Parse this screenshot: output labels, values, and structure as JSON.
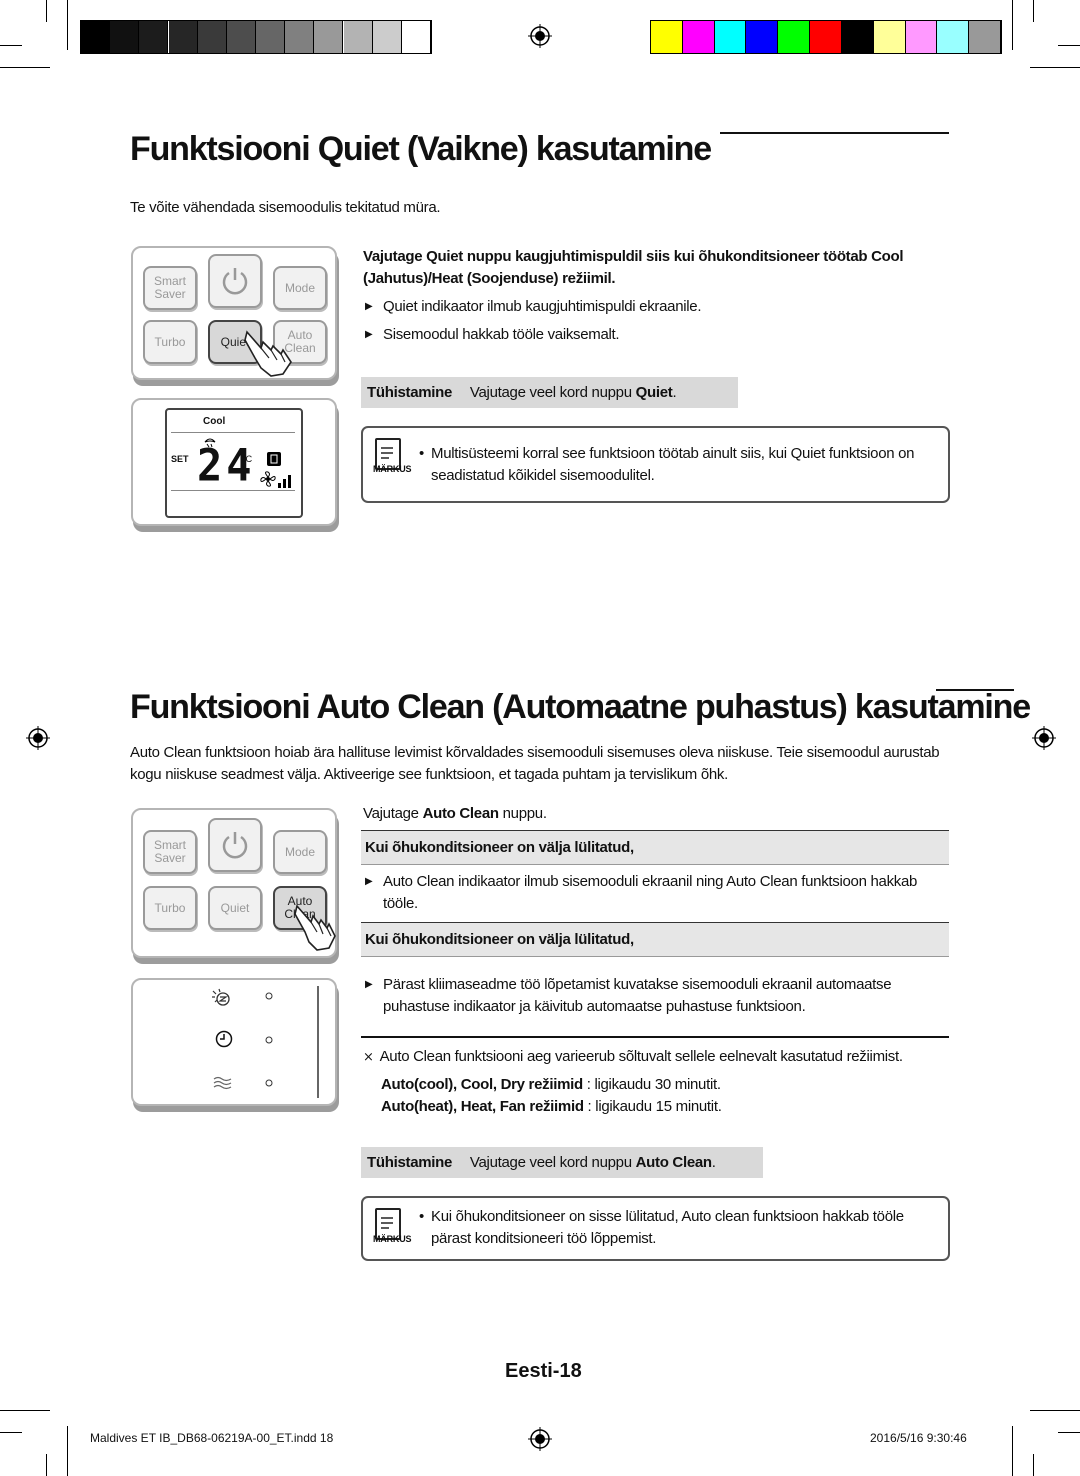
{
  "section1": {
    "title": "Funktsiooni Quiet (Vaikne) kasutamine",
    "intro": "Te võite vähendada sisemoodulis tekitatud müra.",
    "instruction_pre": "Vajutage ",
    "instruction_bold": "Quiet",
    "instruction_post": " nuppu kaugjuhtimispuldil siis kui õhukonditsioneer töötab Cool",
    "instruction_line2": "(Jahutus)/Heat (Soojenduse) režiimil.",
    "bullets": [
      "Quiet indikaator ilmub kaugjuhtimispuldi ekraanile.",
      "Sisemoodul hakkab tööle vaiksemalt."
    ],
    "cancel_label": "Tühistamine",
    "cancel_text_pre": "Vajutage veel kord nuppu ",
    "cancel_text_bold": "Quiet",
    "cancel_text_post": ".",
    "note_label": "MÄRKUS",
    "note_line1": "Multisüsteemi korral see funktsioon töötab ainult siis, kui Quiet funktsioon on",
    "note_line2": "seadistatud kõikidel sisemoodulitel.",
    "remote_buttons": {
      "smart": "Smart",
      "saver": "Saver",
      "mode": "Mode",
      "turbo": "Turbo",
      "quiet": "Quiet",
      "auto": "Auto",
      "clean": "Clean"
    },
    "lcd": {
      "mode": "Cool",
      "set": "SET",
      "temp": "24",
      "unit": "°C"
    }
  },
  "section2": {
    "title": "Funktsiooni Auto Clean (Automaatne puhastus) kasutamine",
    "intro_line1": "Auto Clean funktsioon hoiab ära hallituse levimist kõrvaldades sisemooduli sisemuses oleva niiskuse. Teie sisemoodul aurustab",
    "intro_line2": "kogu niiskuse seadmest välja. Aktiveerige see funktsioon, et tagada puhtam ja tervislikum õhk.",
    "instruction_pre": "Vajutage ",
    "instruction_bold": "Auto Clean",
    "instruction_post": " nuppu.",
    "subheader1": "Kui õhukonditsioneer on välja lülitatud,",
    "bullet1_line1": "Auto Clean indikaator ilmub sisemooduli ekraanil ning Auto Clean funktsioon hakkab",
    "bullet1_line2": "tööle.",
    "subheader2": "Kui õhukonditsioneer on välja lülitatud,",
    "bullet2_line1": "Pärast kliimaseadme töö lõpetamist kuvatakse sisemooduli ekraanil automaatse",
    "bullet2_line2": "puhastuse indikaator ja käivitub automaatse puhastuse funktsioon.",
    "footnote": "Auto Clean funktsiooni aeg varieerub sõltuvalt sellele eelnevalt kasutatud režiimist.",
    "time1_bold": "Auto(cool), Cool, Dry režiimid",
    "time1_rest": " : ligikaudu 30 minutit.",
    "time2_bold": "Auto(heat), Heat, Fan režiimid",
    "time2_rest": " : ligikaudu 15 minutit.",
    "cancel_label": "Tühistamine",
    "cancel_text_pre": "Vajutage veel kord nuppu ",
    "cancel_text_bold": "Auto Clean",
    "cancel_text_post": ".",
    "note_label": "MÄRKUS",
    "note_line1": "Kui õhukonditsioneer on sisse lülitatud, Auto clean funktsioon hakkab tööle",
    "note_line2": "pärast konditsioneeri töö lõppemist.",
    "remote_buttons": {
      "smart": "Smart",
      "saver": "Saver",
      "mode": "Mode",
      "turbo": "Turbo",
      "quiet": "Quiet",
      "auto": "Auto",
      "clean": "Clean"
    }
  },
  "page_number": "Eesti-18",
  "footer": {
    "file": "Maldives ET IB_DB68-06219A-00_ET.indd   18",
    "date": "2016/5/16    9:30:46"
  },
  "colors": {
    "gray_swatches": [
      "#000000",
      "#111111",
      "#1c1c1c",
      "#262626",
      "#3a3a3a",
      "#4d4d4d",
      "#666666",
      "#808080",
      "#999999",
      "#b3b3b3",
      "#cccccc",
      "#ffffff"
    ],
    "color_swatches": [
      "#ffff00",
      "#ff00ff",
      "#00ffff",
      "#0000ff",
      "#00ff00",
      "#ff0000",
      "#000000",
      "#ffff99",
      "#ff99ff",
      "#99ffff",
      "#999999"
    ]
  }
}
